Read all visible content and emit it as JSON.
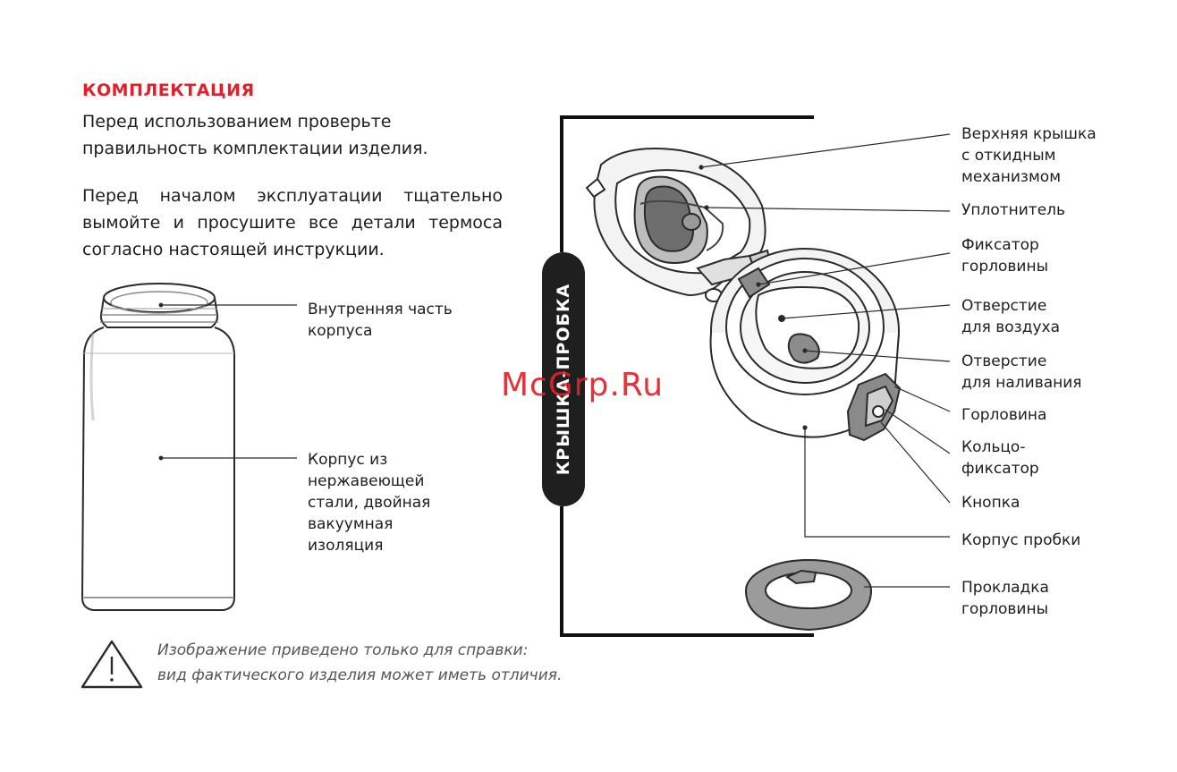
{
  "section": {
    "title": "КОМПЛЕКТАЦИЯ",
    "paragraph1_line1": "Перед использованием проверьте",
    "paragraph1_line2": "правильность комплектации изделия.",
    "paragraph2_lines": [
      "Перед началом эксплуатации тщательно",
      "вымойте и просушите все детали термоса",
      "согласно настоящей инструкции."
    ]
  },
  "bottle_labels": {
    "inner_part": "Внутренняя часть\nкорпуса",
    "body": "Корпус из\nнержавеющей\nстали, двойная\nвакуумная\nизоляция"
  },
  "cap_section_title": "КРЫШКА-ПРОБКА",
  "cap_labels": {
    "top_lid": "Верхняя крышка\nс откидным\nмеханизмом",
    "seal": "Уплотнитель",
    "neck_lock": "Фиксатор\nгорловины",
    "air_hole": "Отверстие\nдля воздуха",
    "pour_hole": "Отверстие\nдля наливания",
    "neck": "Горловина",
    "lock_ring": "Кольцо-\nфиксатор",
    "button": "Кнопка",
    "cap_body": "Корпус пробки",
    "neck_gasket": "Прокладка\nгорловины"
  },
  "notice": {
    "line1": "Изображение приведено только для справки:",
    "line2": "вид фактического изделия может  иметь отличия."
  },
  "watermark": "McGrp.Ru",
  "colors": {
    "accent": "#e3202a",
    "text": "#1d1d1d",
    "note": "#555555",
    "tab_bg": "#1f1f1f"
  }
}
